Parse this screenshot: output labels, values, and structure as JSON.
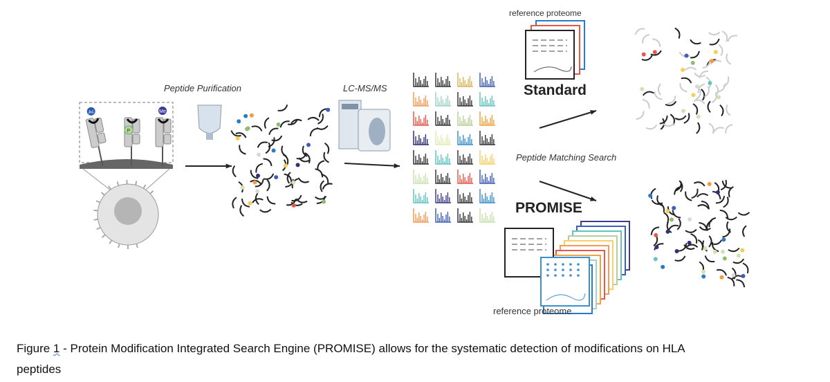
{
  "labels": {
    "purification": "Peptide Purification",
    "lcms": "LC-MS/MS",
    "ref_top": "reference proteome",
    "standard": "Standard",
    "matching": "Peptide Matching Search",
    "promise": "PROMISE",
    "ref_bottom": "reference proteome"
  },
  "modifications": {
    "acetyl": "Ac",
    "phospho": "P",
    "methyl": "Me"
  },
  "caption": {
    "prefix": "Figure ",
    "number": "1",
    "line1_rest": " - Protein Modification Integrated Search Engine (PROMISE) allows for the systematic detection of modifications on HLA",
    "line2": "peptides"
  },
  "colors": {
    "dot_palette": [
      "#2a7bc4",
      "#e8574a",
      "#f39a3e",
      "#62c3c0",
      "#2f2f7a",
      "#f2cf57",
      "#8fbf6e",
      "#3d5fb8",
      "#cfe3b0",
      "#d9d9d9"
    ],
    "spectra_palette": [
      "#333333",
      "#333333",
      "#d9b65a",
      "#3d5fb8",
      "#f39a57",
      "#9fd3c7",
      "#333333",
      "#62c3c0",
      "#e8574a",
      "#333333",
      "#b8cf98",
      "#f3a33e",
      "#2f2f7a",
      "#e2ebb5",
      "#3a8fd0",
      "#333333",
      "#333333",
      "#62c3c0",
      "#333333",
      "#f6cf6a",
      "#c9e0b0",
      "#333333",
      "#e8574a",
      "#3d5fb8",
      "#62c3c0",
      "#3d3d8a",
      "#333333",
      "#3a8fd0",
      "#f39a57",
      "#3d5fb8",
      "#333333",
      "#c9e0b0"
    ],
    "promise_stack": [
      "#3d3d8a",
      "#3d5fb8",
      "#62c3c0",
      "#b8cf98",
      "#f6cf6a",
      "#f39a57",
      "#e8574a",
      "#f3a33e",
      "#9fd3c7",
      "#2a7bc4"
    ],
    "acetyl": "#2a5db0",
    "phospho": "#b7d98f",
    "methyl": "#3a3a9a"
  }
}
